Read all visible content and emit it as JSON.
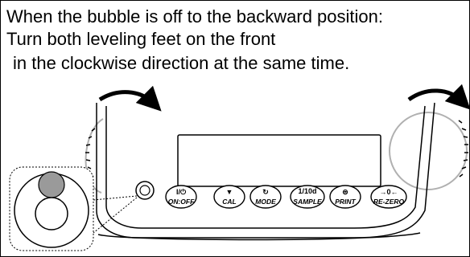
{
  "instruction": {
    "line1": "When the bubble is off to the backward position:",
    "line2": "Turn both leveling feet on the front",
    "line3": "in the clockwise direction at the same time."
  },
  "keys": [
    {
      "top": "I/⏻",
      "label": "ON:OFF",
      "icon": "power-icon"
    },
    {
      "top": "▼",
      "label": "CAL",
      "icon": "down-triangle-icon"
    },
    {
      "top": "↻",
      "label": "MODE",
      "icon": "cycle-icon"
    },
    {
      "top": "1/10d",
      "label": "SAMPLE",
      "icon": "none"
    },
    {
      "top": "⊜",
      "label": "PRINT",
      "icon": "print-icon"
    },
    {
      "top": "→0←",
      "label": "RE-ZERO",
      "icon": "zero-icon"
    }
  ],
  "colors": {
    "bubble": "#9a9a9a",
    "foot_outline": "#b0b0b0",
    "line": "#000000"
  },
  "notes": {
    "arrow_direction": "clockwise",
    "bubble_position": "backward (top of level vial)"
  }
}
